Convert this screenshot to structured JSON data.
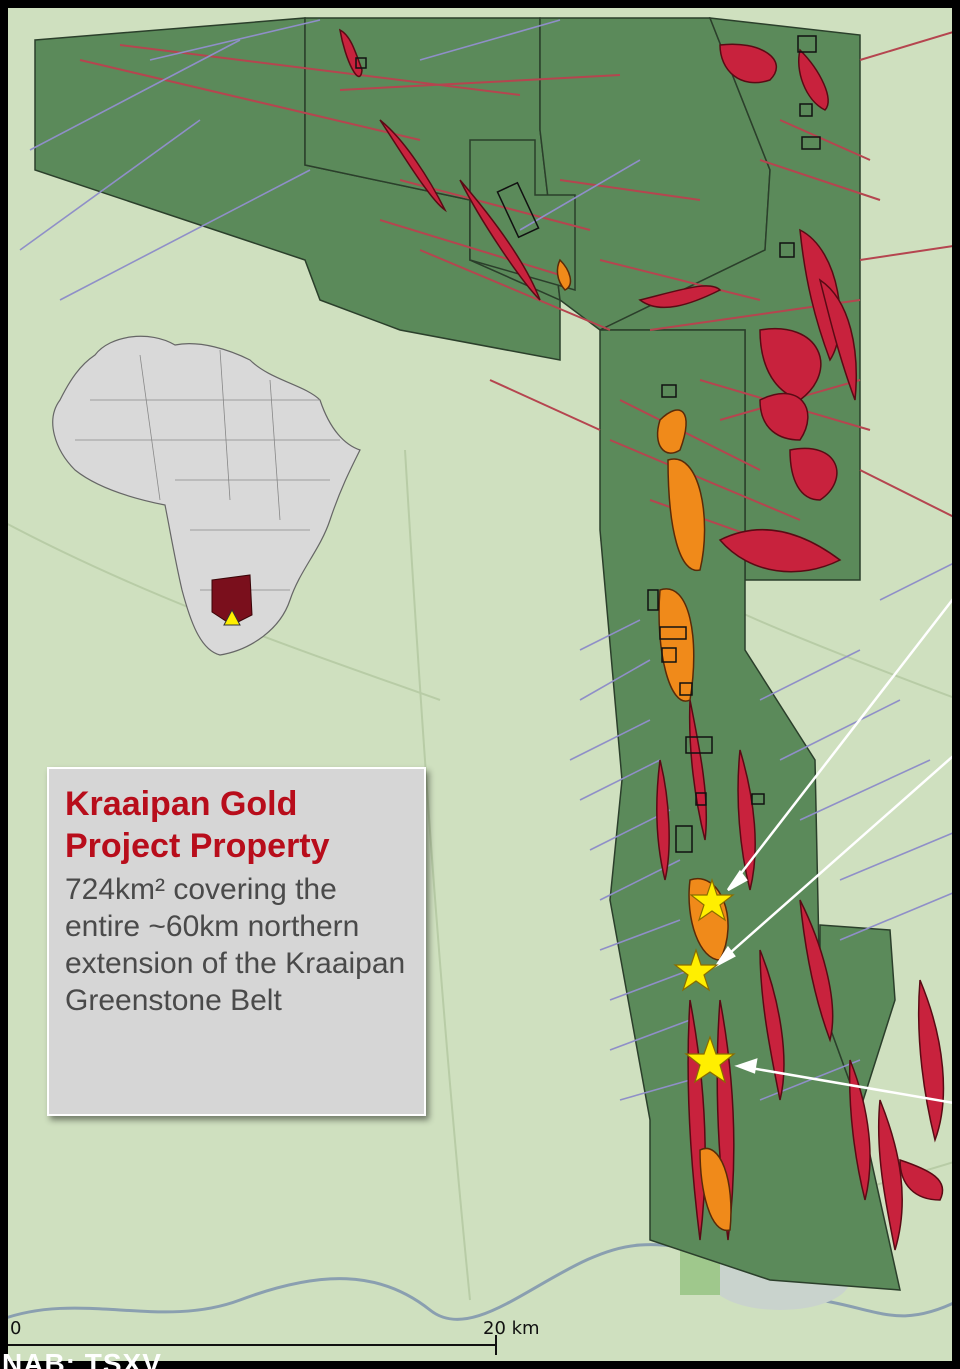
{
  "callout": {
    "title_line1": "Kraaipan Gold",
    "title_line2": "Project Property",
    "description": "724km² covering the entire ~60km northern extension of the Kraaipan Greenstone Belt"
  },
  "scale_bar": {
    "start_label": "0",
    "end_label": "20 km"
  },
  "bottom_text": "NAB: TSXV",
  "colors": {
    "background": "#cfe0bf",
    "property": "#5b8a5a",
    "ironstone": "#c8223d",
    "target": "#f08a1a",
    "star": "#ffef00",
    "africa": "#d9d9d9",
    "highlight_country": "#7a0f1c"
  },
  "icons": [
    "star-icon",
    "triangle-marker-icon",
    "arrow-icon"
  ]
}
